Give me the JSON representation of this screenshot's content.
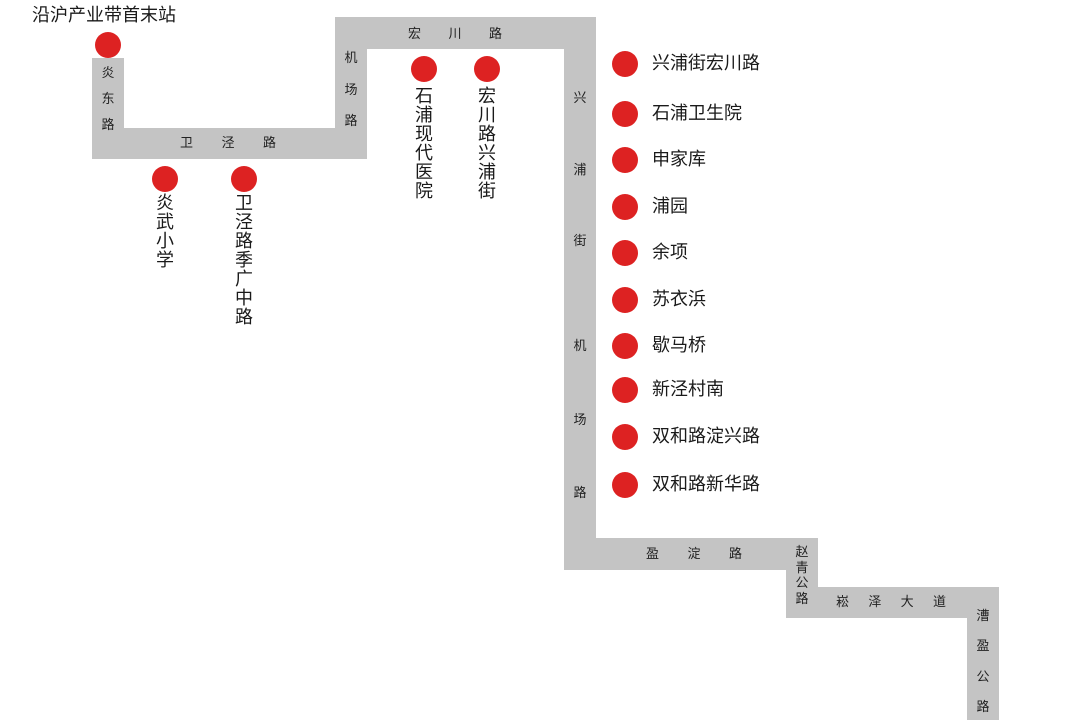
{
  "map": {
    "roads": {
      "yandong": "炎东路",
      "weijing": "卫泾路",
      "jichang_top": "机场路",
      "hongchuan": "宏川路",
      "xingpu": "兴浦街",
      "jichang_right": "机场路",
      "yingdian": "盈淀路",
      "zhaoqing": "赵青公路",
      "songze": "崧泽大道",
      "caoying": "漕盈公路"
    },
    "terminal_label": "沿沪产业带首末站",
    "stops": {
      "yanwu": "炎武小学",
      "weijing_jiguang": "卫泾路季广中路",
      "shipu_hospital": "石浦现代医院",
      "hongchuan_xingpu": "宏川路兴浦街",
      "xingpu_hongchuan": "兴浦街宏川路",
      "shipu_health": "石浦卫生院",
      "shenjiaku": "申家库",
      "puyuan": "浦园",
      "yuxiang": "余项",
      "suyibang": "苏衣浜",
      "xiemaqiao": "歇马桥",
      "xinjingcun_nan": "新泾村南",
      "shuanghe_dianxing": "双和路淀兴路",
      "shuanghe_xinhua": "双和路新华路"
    },
    "colors": {
      "route": "#c4c4c4",
      "stop": "#dd2222",
      "text": "#1a1a1a"
    }
  }
}
